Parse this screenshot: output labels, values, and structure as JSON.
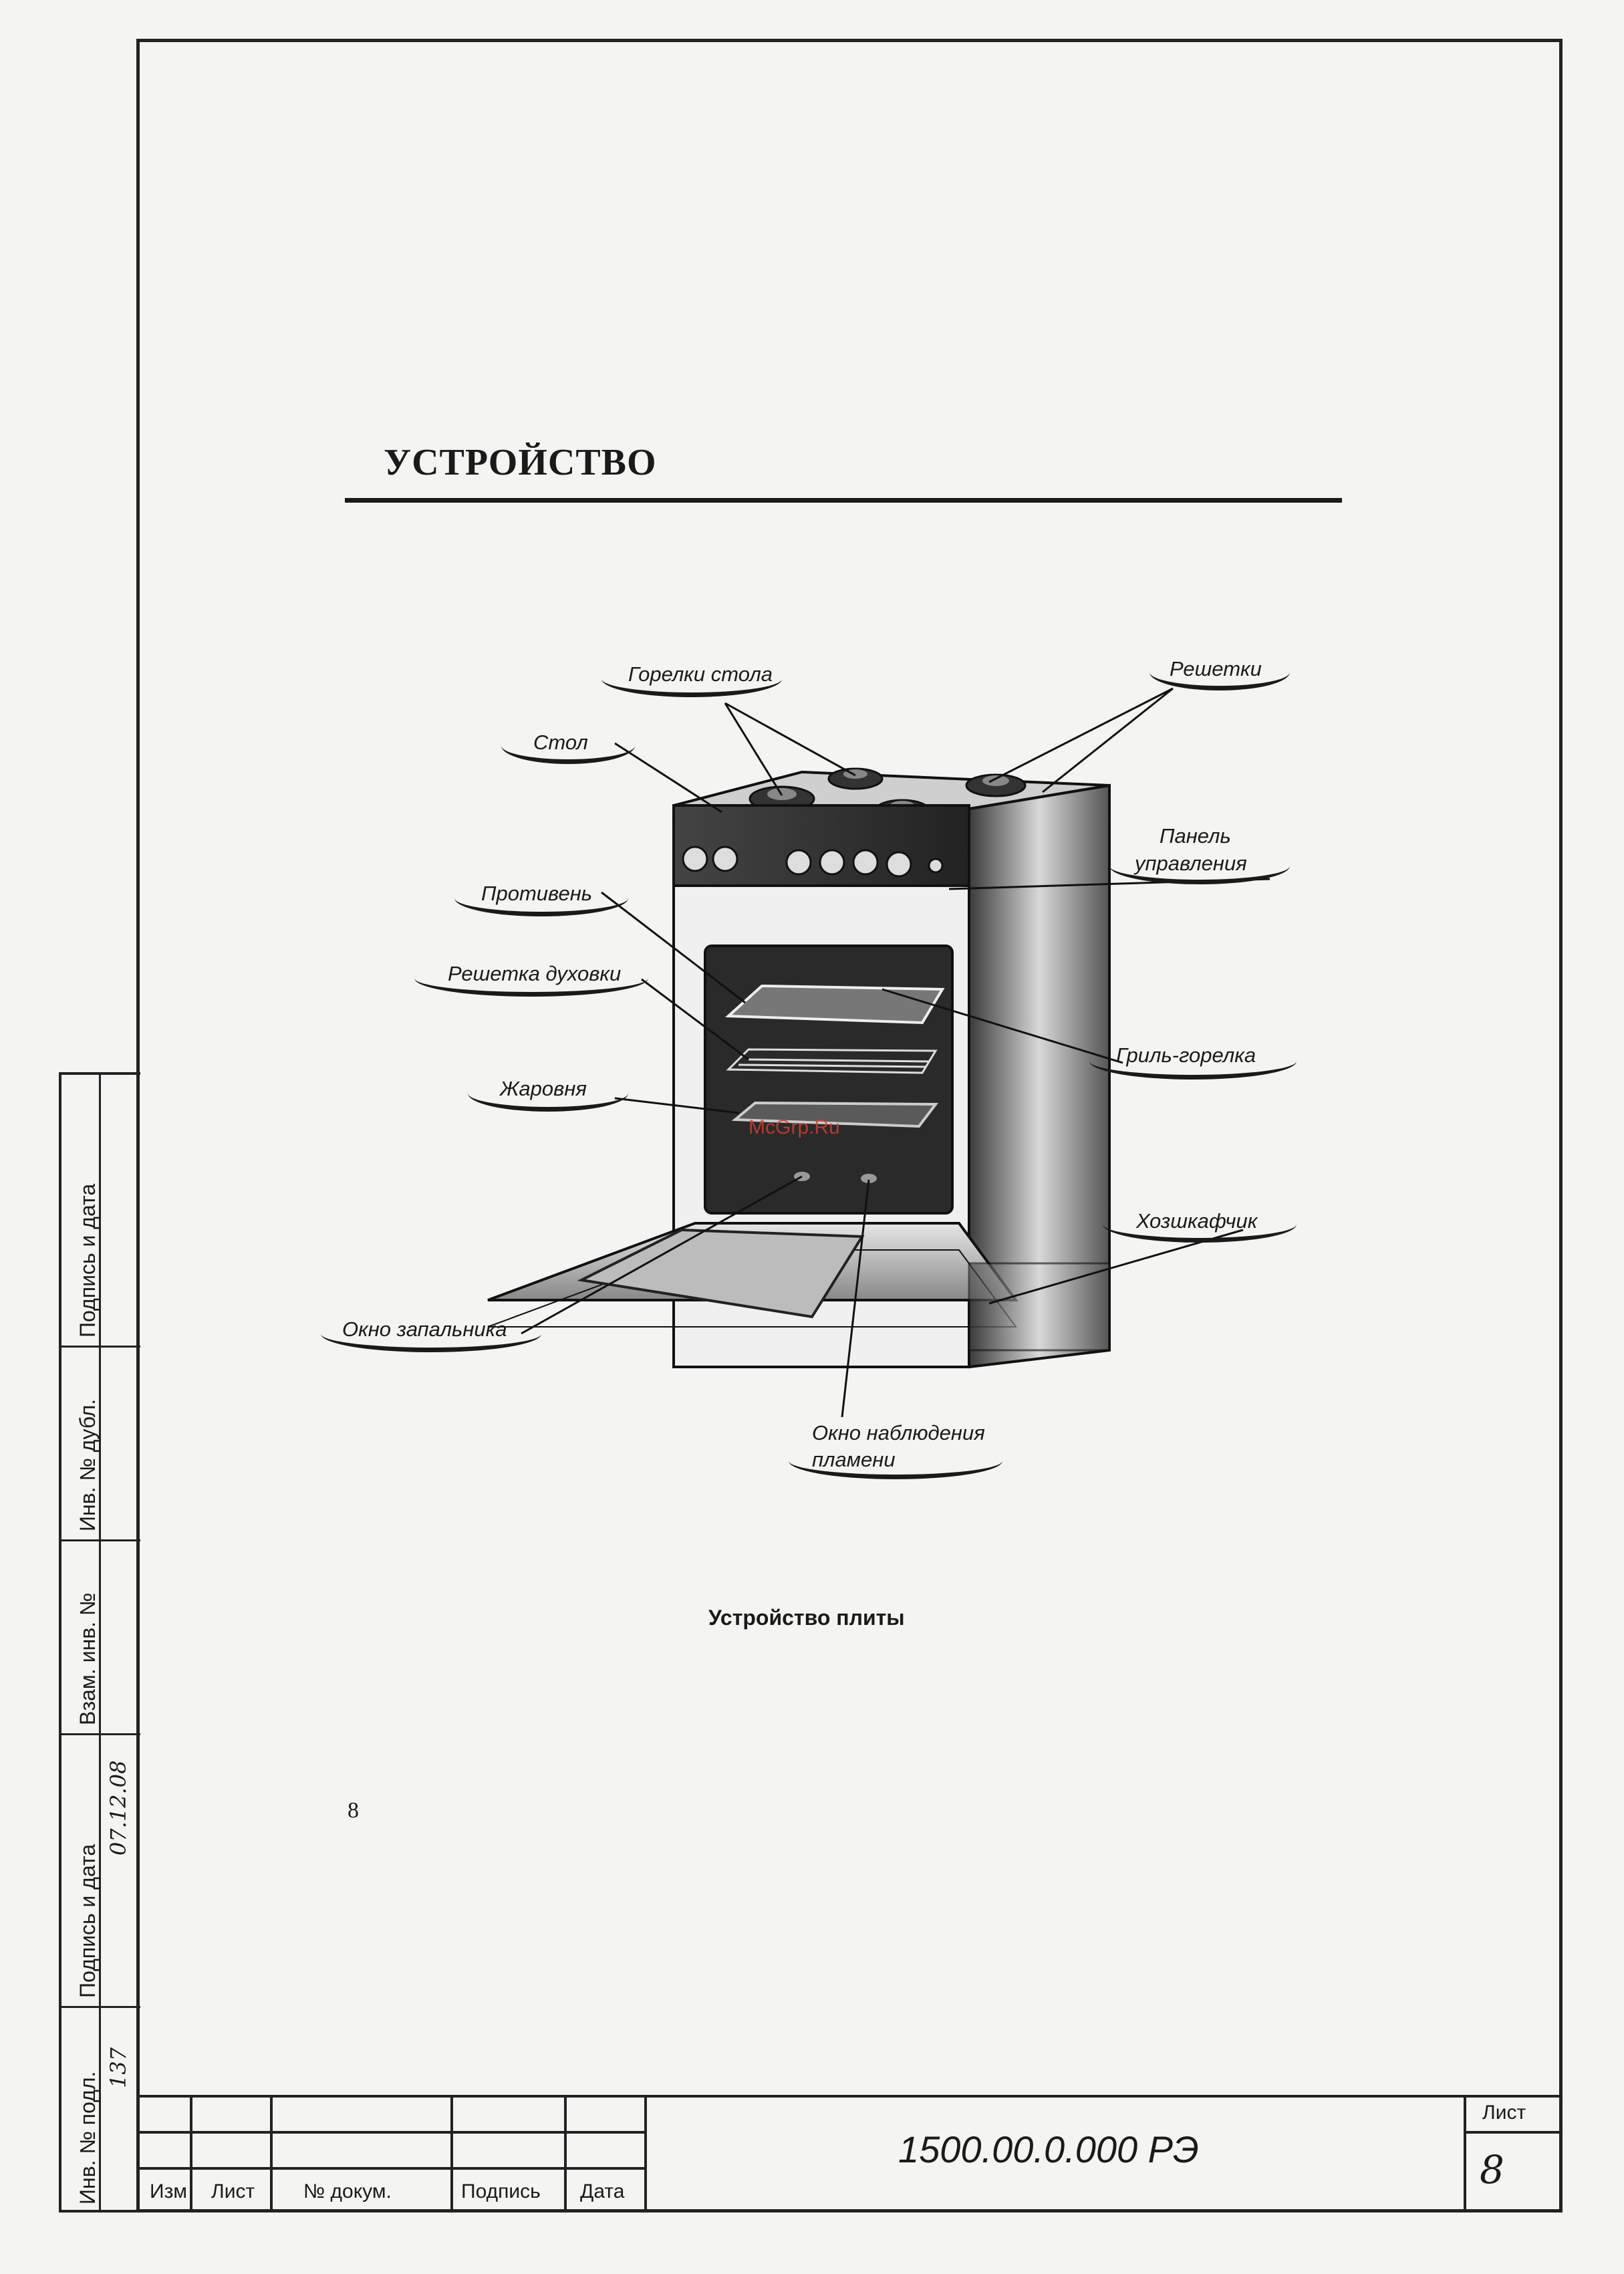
{
  "page": {
    "title": "УСТРОЙСТВО",
    "caption": "Устройство плиты",
    "page_number": "8",
    "watermark": "McGrp.Ru"
  },
  "callouts": {
    "burners": "Горелки стола",
    "grates": "Решетки",
    "table": "Стол",
    "control_panel_l1": "Панель",
    "control_panel_l2": "управления",
    "baking_tray": "Противень",
    "oven_rack": "Решетка духовки",
    "grill_burner": "Гриль-горелка",
    "roasting_pan": "Жаровня",
    "storage": "Хозшкафчик",
    "igniter_window": "Окно запальника",
    "flame_window_l1": "Окно наблюдения",
    "flame_window_l2": "пламени"
  },
  "margin_stamp": {
    "sign_date_top": "Подпись и дата",
    "dup_inv": "Инв. № дубл.",
    "replace_inv": "Взам. инв. №",
    "sign_date_bottom": "Подпись и дата",
    "orig_inv": "Инв. № подл.",
    "handwritten_date": "07.12.08",
    "handwritten_inv": "137"
  },
  "title_block": {
    "col_change": "Изм",
    "col_sheet": "Лист",
    "col_doc": "№ докум.",
    "col_sign": "Подпись",
    "col_date": "Дата",
    "doc_number": "1500.00.0.000 РЭ",
    "sheet_label": "Лист",
    "sheet_value": "8"
  }
}
